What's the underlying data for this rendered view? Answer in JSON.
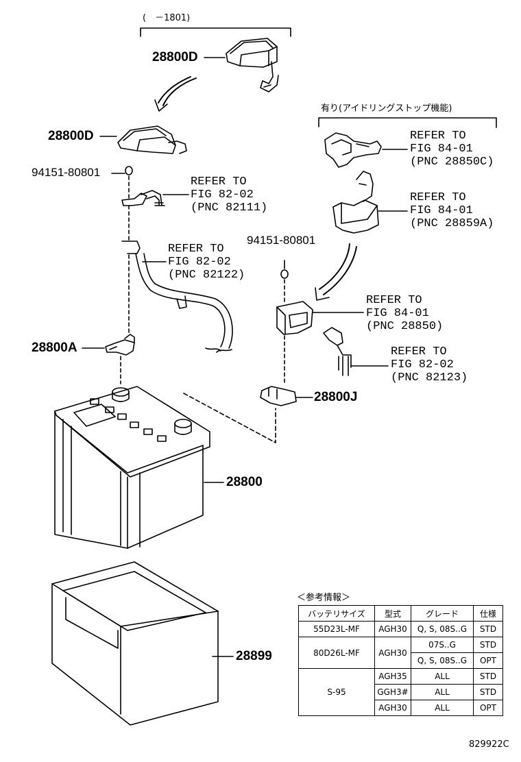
{
  "labels": {
    "top_range": "(　－1801)",
    "pn_28800D_top": "28800D",
    "pn_28800D_mid": "28800D",
    "pn_94151_left": "94151-80801",
    "pn_94151_right": "94151-80801",
    "pn_28800A": "28800A",
    "pn_28800J": "28800J",
    "pn_28800": "28800",
    "pn_28899": "28899",
    "idle_stop_note": "有り(アイドリングストップ機能)"
  },
  "refs": {
    "ref_82111": "REFER TO\nFIG 82-02\n(PNC 82111)",
    "ref_82122": "REFER TO\nFIG 82-02\n(PNC 82122)",
    "ref_28850C": "REFER TO\nFIG 84-01\n(PNC 28850C)",
    "ref_28859A": "REFER TO\nFIG 84-01\n(PNC 28859A)",
    "ref_28850": "REFER TO\nFIG 84-01\n(PNC 28850)",
    "ref_82123": "REFER TO\nFIG 82-02\n(PNC 82123)"
  },
  "table": {
    "title": "＜参考情報＞",
    "headers": [
      "バッテリサイズ",
      "型式",
      "グレード",
      "仕様"
    ],
    "rows": [
      {
        "size": "55D23L-MF",
        "type": "AGH30",
        "grade": "Q, S, 08S..G",
        "spec": "STD"
      },
      {
        "size": "80D26L-MF",
        "type": "AGH30",
        "grade": "07S..G",
        "spec": "STD"
      },
      {
        "size": "",
        "type": "",
        "grade": "Q, S, 08S..G",
        "spec": "OPT"
      },
      {
        "size": "S-95",
        "type": "AGH35",
        "grade": "ALL",
        "spec": "STD"
      },
      {
        "size": "",
        "type": "GGH3#",
        "grade": "ALL",
        "spec": "STD"
      },
      {
        "size": "",
        "type": "AGH30",
        "grade": "ALL",
        "spec": "OPT"
      }
    ]
  },
  "figure_code": "829922C"
}
